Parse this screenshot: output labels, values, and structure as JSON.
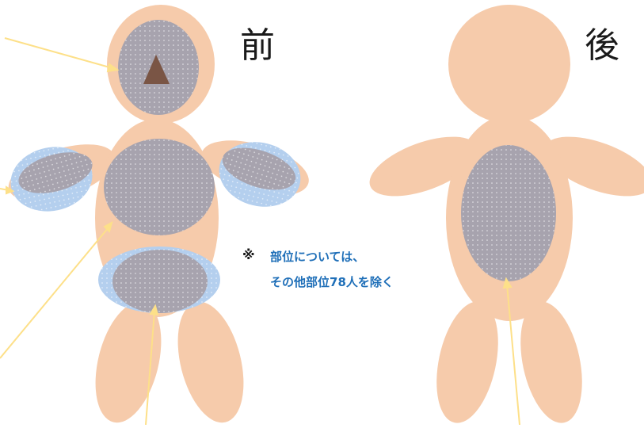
{
  "labels": {
    "front": "前",
    "back": "後"
  },
  "note": {
    "mark": "※",
    "line1": "部位については、",
    "line2": "その他部位78人を除く"
  },
  "colors": {
    "skin": "#f6cbab",
    "highlight": "#a7a3ae",
    "arm_highlight": "#b4cfee",
    "triangle": "#7a5545",
    "arrow": "#fde089",
    "note_text": "#1f6fb8"
  }
}
